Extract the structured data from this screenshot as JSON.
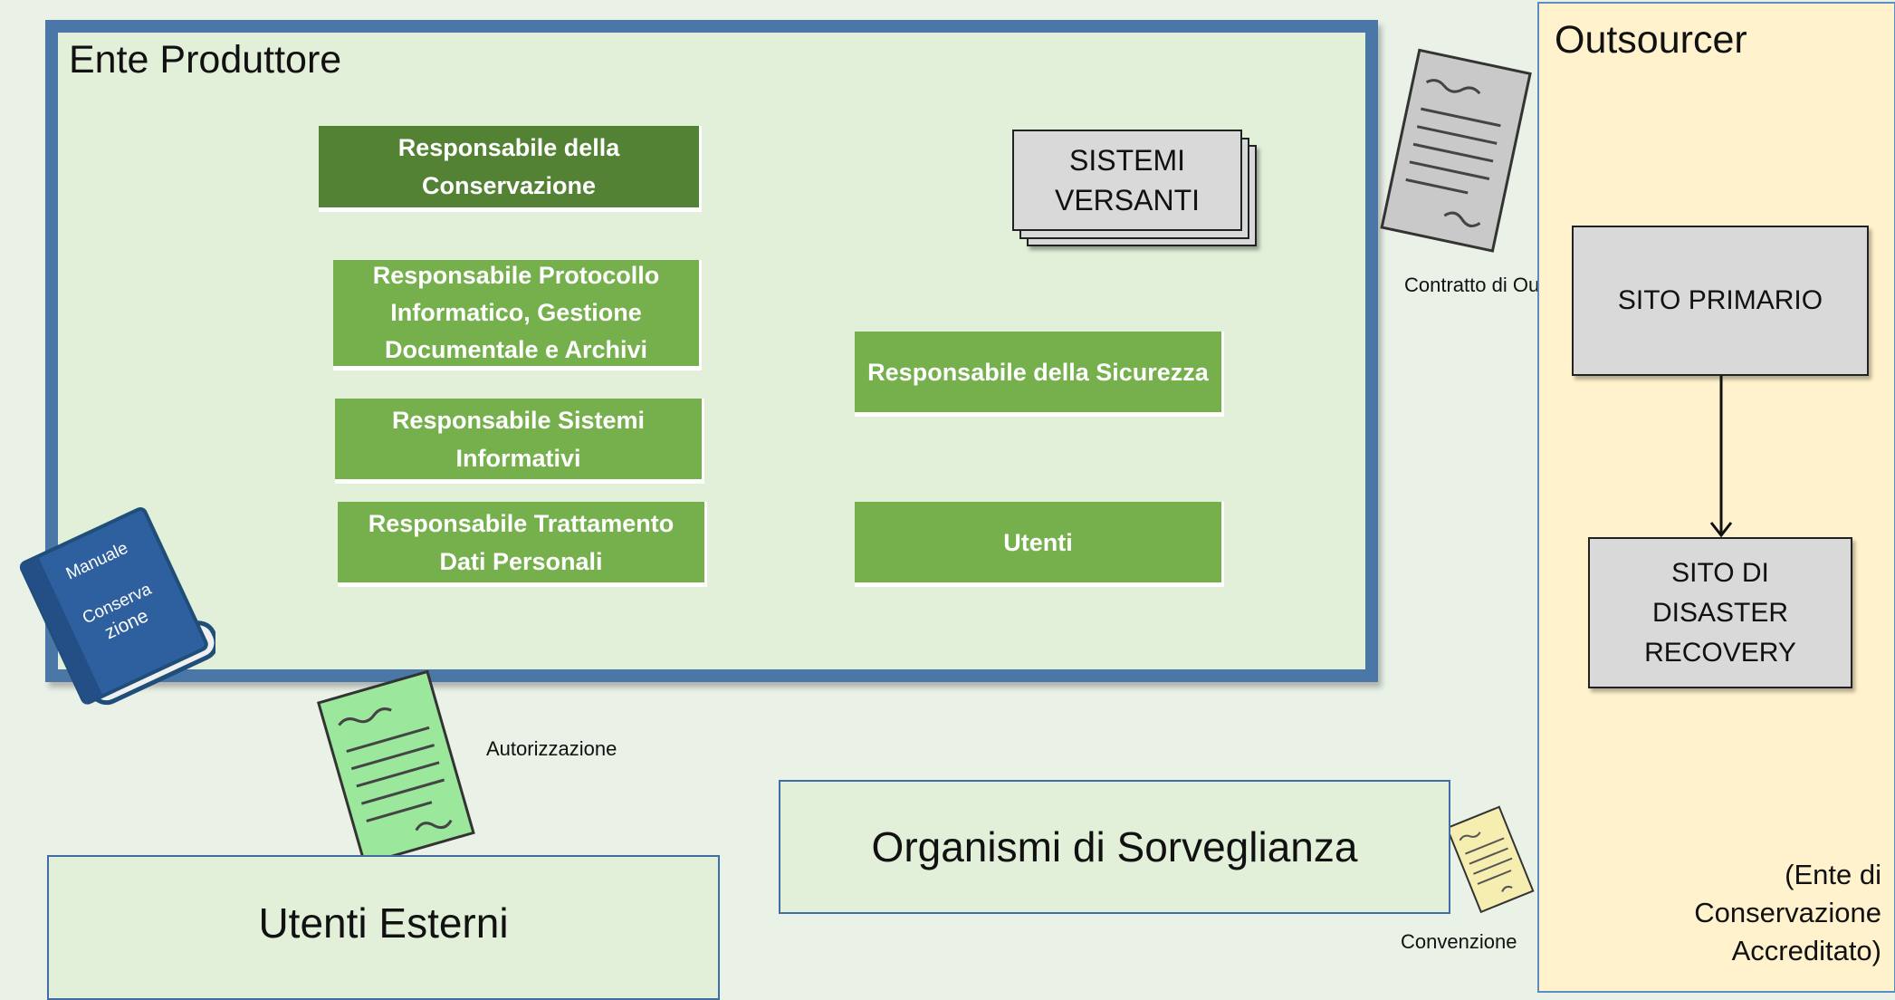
{
  "ente": {
    "title": "Ente Produttore",
    "roles": {
      "conservazione": "Responsabile della Conservazione",
      "protocollo": "Responsabile Protocollo Informatico, Gestione Documentale e Archivi",
      "sistemi": "Responsabile Sistemi Informativi",
      "trattamento": "Responsabile Trattamento Dati Personali",
      "sicurezza": "Responsabile della Sicurezza",
      "utenti": "Utenti"
    },
    "sistemi_versanti": "SISTEMI VERSANTI"
  },
  "manuale": {
    "line1": "Manuale",
    "line2": "Conserva",
    "line3": "zione"
  },
  "documents": {
    "contratto": "Contratto di Outsourcing",
    "autorizzazione": "Autorizzazione",
    "convenzione": "Convenzione"
  },
  "outsourcer": {
    "title": "Outsourcer",
    "sito_primario": "SITO PRIMARIO",
    "sito_dr": "SITO DI DISASTER RECOVERY",
    "note": "(Ente di Conservazione Accreditato)"
  },
  "external": {
    "utenti_esterni": "Utenti Esterni",
    "organismi": "Organismi di Sorveglianza"
  },
  "colors": {
    "ente_border": "#4a76a8",
    "role_dark": "#548235",
    "role_light": "#76b04d",
    "outsourcer_bg": "#fff2cc",
    "doc_gray": "#c9c9c9",
    "doc_green": "#9be79b",
    "doc_yellow": "#f6edb0"
  }
}
